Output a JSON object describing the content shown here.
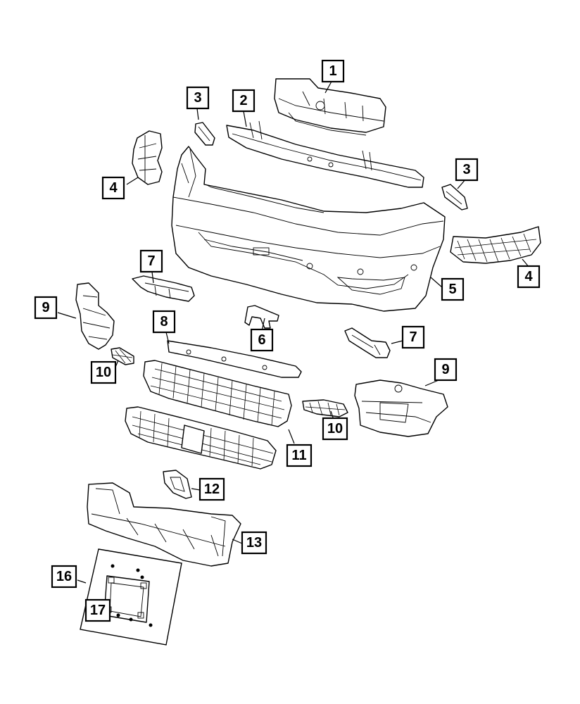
{
  "diagram": {
    "callouts": [
      {
        "id": "c1",
        "label": "1"
      },
      {
        "id": "c2",
        "label": "2"
      },
      {
        "id": "c3a",
        "label": "3"
      },
      {
        "id": "c3b",
        "label": "3"
      },
      {
        "id": "c4a",
        "label": "4"
      },
      {
        "id": "c4b",
        "label": "4"
      },
      {
        "id": "c5",
        "label": "5"
      },
      {
        "id": "c6",
        "label": "6"
      },
      {
        "id": "c7a",
        "label": "7"
      },
      {
        "id": "c7b",
        "label": "7"
      },
      {
        "id": "c8",
        "label": "8"
      },
      {
        "id": "c9a",
        "label": "9"
      },
      {
        "id": "c9b",
        "label": "9"
      },
      {
        "id": "c10a",
        "label": "10"
      },
      {
        "id": "c10b",
        "label": "10"
      },
      {
        "id": "c11",
        "label": "11"
      },
      {
        "id": "c12",
        "label": "12"
      },
      {
        "id": "c13",
        "label": "13"
      },
      {
        "id": "c16",
        "label": "16"
      },
      {
        "id": "c17",
        "label": "17"
      }
    ]
  }
}
